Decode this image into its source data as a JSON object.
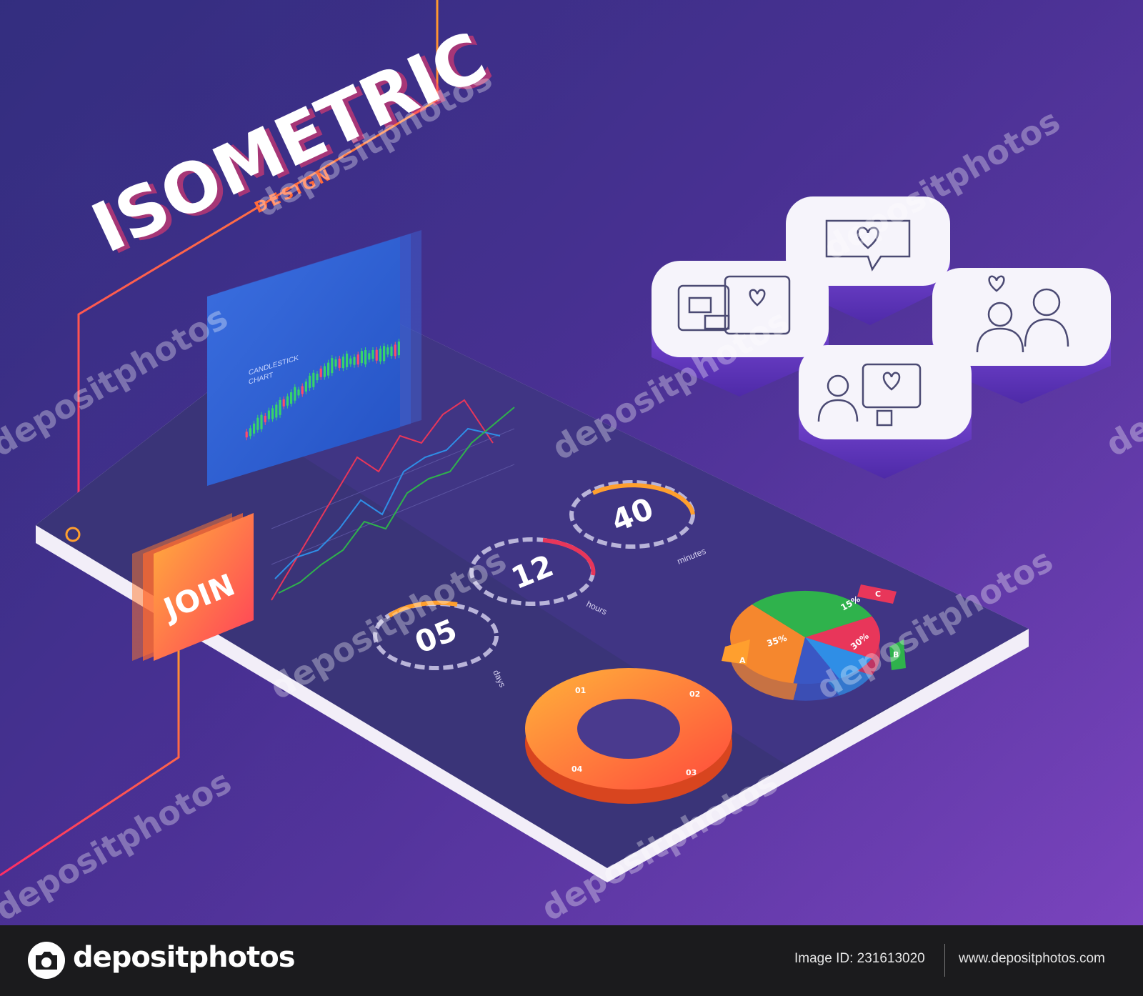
{
  "headline": {
    "title": "ISOMETRIC",
    "subtitle": "DESIGN"
  },
  "candlestick_card": {
    "title_line1": "CANDLESTICK",
    "title_line2": "CHART"
  },
  "join_button": {
    "label": "JOIN"
  },
  "countdown": [
    {
      "value": "05",
      "unit": "days"
    },
    {
      "value": "12",
      "unit": "hours"
    },
    {
      "value": "40",
      "unit": "minutes"
    }
  ],
  "cycle_chart": {
    "steps": [
      "01",
      "02",
      "03",
      "04"
    ]
  },
  "pie": {
    "slices": [
      {
        "label": "35%",
        "value": 35,
        "color": "#f5872e"
      },
      {
        "label": "30%",
        "value": 30,
        "color": "#2fb24c"
      },
      {
        "label": "15%",
        "value": 15,
        "color": "#e8365a"
      },
      {
        "value": 10,
        "color": "#2f8ee6"
      },
      {
        "value": 10,
        "color": "#3a57c4"
      }
    ],
    "markers": [
      "A",
      "B",
      "C"
    ]
  },
  "icon_tiles": [
    {
      "icon": "love-message-icon"
    },
    {
      "icon": "dating-app-icon"
    },
    {
      "icon": "couple-icon"
    },
    {
      "icon": "love-chat-icon"
    }
  ],
  "watermark": {
    "text": "depositphotos"
  },
  "footer": {
    "brand": "depositphotos",
    "image_id": "Image ID: 231613020",
    "url": "www.depositphotos.com"
  },
  "colors": {
    "accent_orange": "#f5872e",
    "accent_red": "#e8365a",
    "accent_green": "#2fb24c",
    "accent_blue": "#2f8ee6"
  }
}
